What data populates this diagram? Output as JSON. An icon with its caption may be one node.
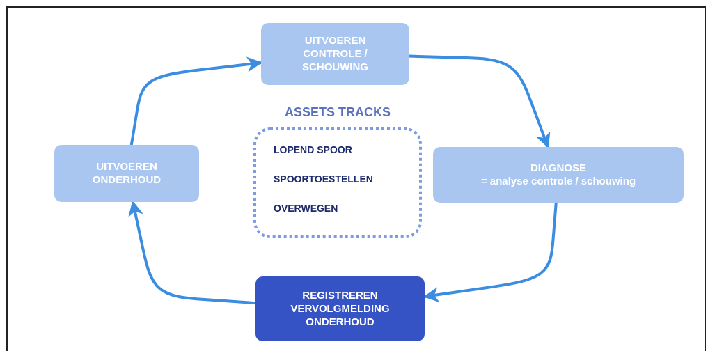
{
  "diagram": {
    "nodes": [
      {
        "text": [
          "UITVOEREN CONTROLE / SCHOUWING"
        ]
      },
      {
        "text": [
          "DIAGNOSE",
          "= analyse controle / schouwing"
        ]
      },
      {
        "text": [
          "REGISTREREN VERVOLGMELDING ONDERHOUD"
        ]
      },
      {
        "text": [
          "UITVOEREN ONDERHOUD"
        ]
      },
      {
        "text": [
          "ASSETS TRACKS",
          "LOPEND SPOOR",
          "SPOORTOESTELLEN",
          "OVERWEGEN"
        ]
      }
    ],
    "edges": [
      {
        "from": 0,
        "to": 1,
        "arrow": "to"
      },
      {
        "from": 1,
        "to": 2,
        "arrow": "to"
      },
      {
        "from": 2,
        "to": 3,
        "arrow": "to"
      },
      {
        "from": 3,
        "to": 0,
        "arrow": "to"
      }
    ]
  }
}
